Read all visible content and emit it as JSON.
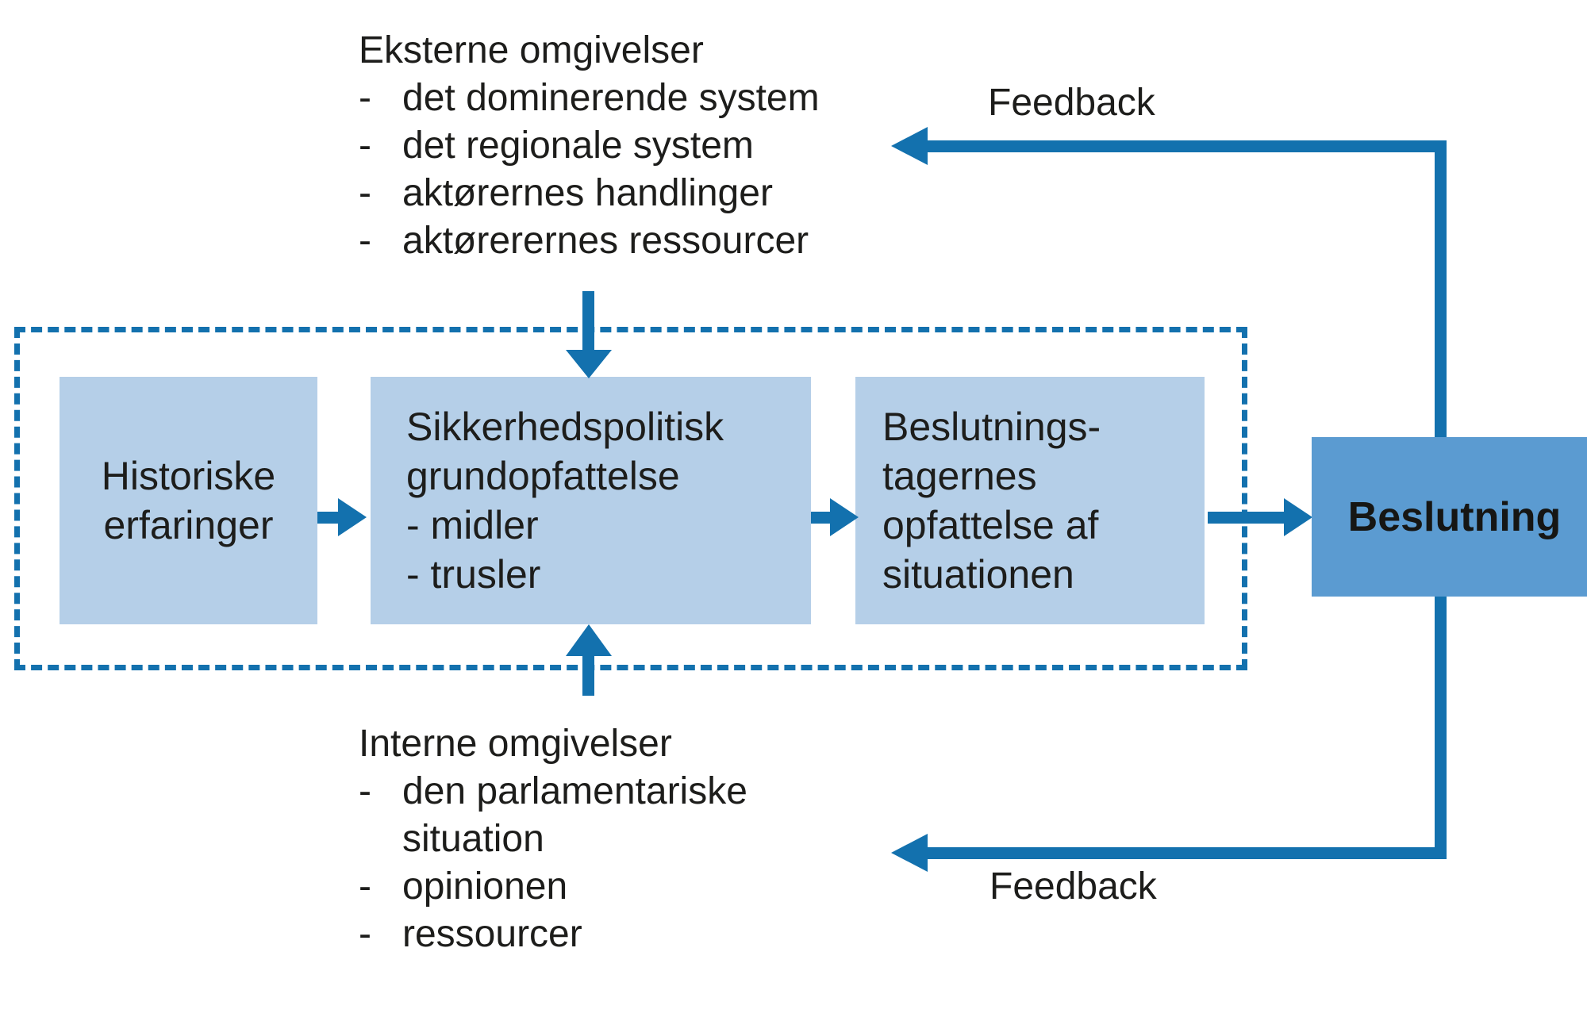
{
  "colors": {
    "box_light": "#b5cfe8",
    "box_decision": "#5b9bd1",
    "accent_blue": "#1371ae",
    "text": "#1d1d1b"
  },
  "external_env": {
    "title": "Eksterne omgivelser",
    "dash": "-",
    "items": [
      "det dominerende system",
      "det regionale system",
      "aktørernes handlinger",
      "aktørerernes ressourcer"
    ]
  },
  "internal_env": {
    "title": "Interne omgivelser",
    "dash": "-",
    "items": [
      {
        "lines": [
          "den parlamentariske",
          "situation"
        ]
      },
      {
        "lines": [
          "opinionen"
        ]
      },
      {
        "lines": [
          "ressourcer"
        ]
      }
    ]
  },
  "boxes": {
    "historical": {
      "lines": [
        "Historiske",
        "erfaringer"
      ]
    },
    "security": {
      "lines": [
        "Sikkerhedspolitisk",
        "grundopfattelse",
        "- midler",
        "- trusler"
      ]
    },
    "perception": {
      "lines": [
        "Beslutnings-",
        "tagernes",
        "opfattelse af",
        "situationen"
      ]
    },
    "decision": {
      "label": "Beslutning"
    }
  },
  "feedback": {
    "top": "Feedback",
    "bottom": "Feedback"
  }
}
